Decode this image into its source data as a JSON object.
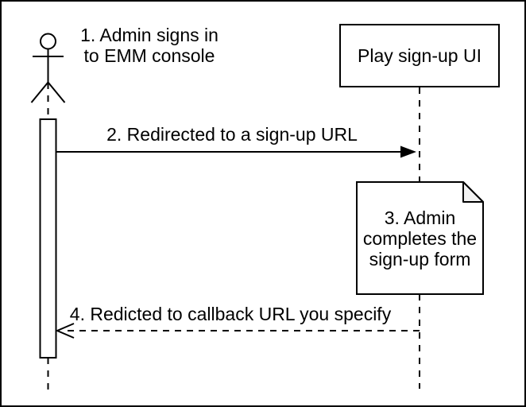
{
  "colors": {
    "stroke": "#000000",
    "background": "#ffffff",
    "note_fill": "#ffffff",
    "note_fold": "#f2f2f2",
    "text": "#000000"
  },
  "actor": {
    "step_label_lines": [
      "1. Admin signs in",
      "to EMM console"
    ]
  },
  "participant": {
    "label": "Play sign-up UI"
  },
  "messages": {
    "redirect": {
      "label": "2. Redirected to a sign-up URL"
    },
    "callback": {
      "label": "4. Redicted to callback URL you specify"
    }
  },
  "note": {
    "lines": [
      "3. Admin",
      "completes the",
      "sign-up form"
    ]
  }
}
